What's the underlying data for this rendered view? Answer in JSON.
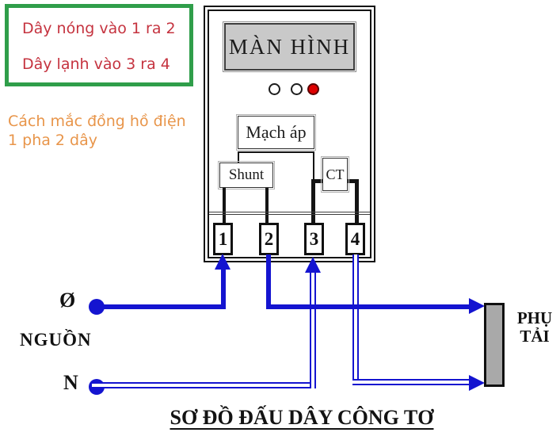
{
  "note_box": {
    "line1": "Dây nóng vào 1 ra 2",
    "line2": "Dây lạnh vào 3 ra 4"
  },
  "caption": {
    "line1": "Cách mắc đồng hồ điện",
    "line2": "1 pha 2 dây"
  },
  "meter": {
    "display": "MÀN HÌNH",
    "voltage_circuit": "Mạch áp",
    "shunt": "Shunt",
    "current_transformer": "CT",
    "terminals": [
      "1",
      "2",
      "3",
      "4"
    ],
    "leds": [
      "off",
      "off",
      "on-red"
    ]
  },
  "source": {
    "phase": "Ø",
    "label": "NGUỒN",
    "neutral": "N"
  },
  "load": {
    "line1": "PHỤ",
    "line2": "TẢI"
  },
  "title": "SƠ ĐỒ ĐẤU DÂY CÔNG TƠ",
  "colors": {
    "wire_blue": "#1414d0",
    "note_border_green": "#2f9e4a",
    "note_text_red": "#c5333f",
    "caption_orange": "#e8954a",
    "led_red": "#de0000",
    "display_gray": "#c9c9c9",
    "load_gray": "#a9a9a9"
  }
}
